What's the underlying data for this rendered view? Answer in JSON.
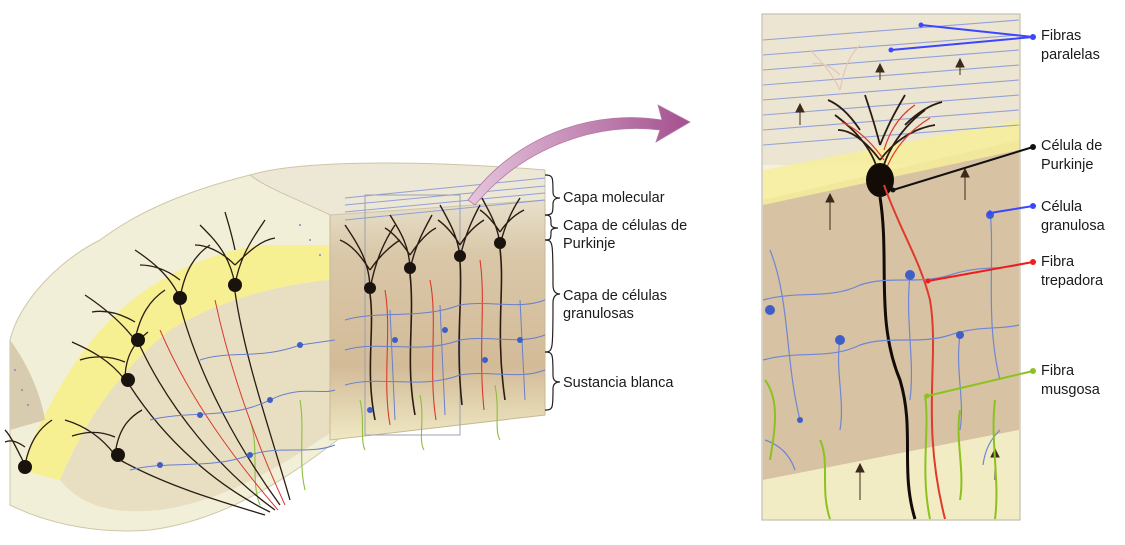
{
  "layers": {
    "molecular": "Capa molecular",
    "purkinje_1": "Capa de células de",
    "purkinje_2": "Purkinje",
    "granular_1": "Capa de células",
    "granular_2": "granulosas",
    "white": "Sustancia blanca"
  },
  "callouts": {
    "parallel": {
      "line1": "Fibras",
      "line2": "paralelas",
      "color": "#3b46ff"
    },
    "purkinje_cell": {
      "line1": "Célula de",
      "line2": "Purkinje",
      "color": "#111111"
    },
    "granule_cell": {
      "line1": "Célula",
      "line2": "granulosa",
      "color": "#3b46ff"
    },
    "climbing": {
      "line1": "Fibra",
      "line2": "trepadora",
      "color": "#ee1c1c"
    },
    "mossy": {
      "line1": "Fibra",
      "line2": "musgosa",
      "color": "#8cc21e"
    }
  },
  "icons": [
    "cerebellum-folia-illustration",
    "magnification-arrow",
    "purkinje-circuit-illustration"
  ],
  "colors": {
    "molecular_layer": "#eee9dc",
    "granular_layer": "#d6c2a3",
    "white_matter": "#f6f1bf",
    "purkinje_layer": "#f5ef8c",
    "arrow": "#b86aa6"
  }
}
